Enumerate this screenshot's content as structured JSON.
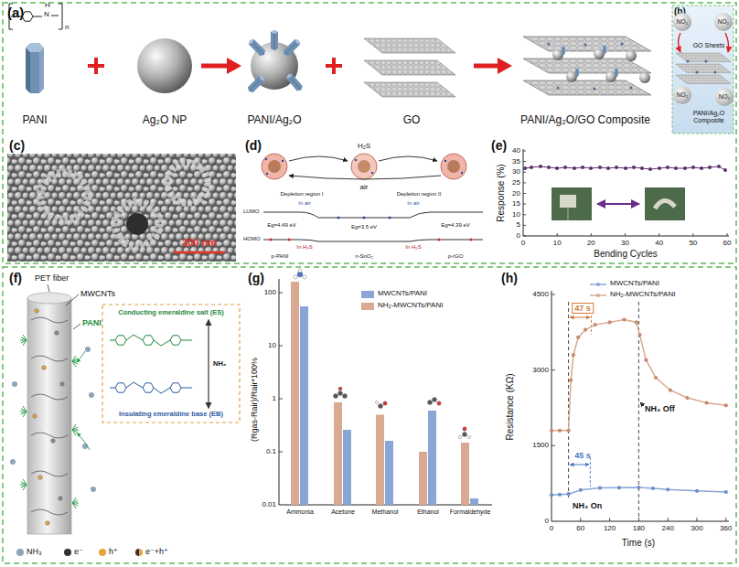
{
  "diagram": {
    "nodes": [
      {
        "text": [
          "NO₂"
        ]
      },
      {
        "text": [
          "NO₂"
        ]
      },
      {
        "text": [
          "NO₂"
        ]
      },
      {
        "text": [
          "NO₂"
        ]
      },
      {
        "text": [
          "Conducting emeraldine salt (ES)"
        ]
      },
      {
        "text": [
          "Insulating emeraldine base (EB)"
        ]
      }
    ],
    "edges": [
      {
        "from": 4,
        "to": 5,
        "arrow": "both",
        "label": "NH₃"
      }
    ],
    "labels": [
      "(a)",
      "H",
      "N",
      "n",
      "PANI",
      "Ag₂O NP",
      "PANI/Ag₂O",
      "GO",
      "PANI/Ag₂O/GO Composite",
      "(b)",
      "GO Sheets",
      "PANI/Ag₂O Composite",
      "(c)",
      "200 nm",
      "(d)",
      "H₂S",
      "air",
      "Depletion region I",
      "Depletion region II",
      "In air",
      "In air",
      "LUMO",
      "HOMO",
      "Eg=4.49 eV",
      "Eg=3.5 eV",
      "Eg=4.39 eV",
      "In H₂S",
      "In H₂S",
      "p-PANI",
      "n-SnO₂",
      "p-rGO",
      "(e)",
      "Response (%)",
      "0",
      "5",
      "10",
      "15",
      "20",
      "25",
      "30",
      "35",
      "40",
      "0",
      "10",
      "20",
      "30",
      "40",
      "50",
      "60",
      "Bending Cycles",
      "(f)",
      "PET fiber",
      "MWCNTs",
      "PANI",
      "(g)",
      "(Rgas-Rair)/Rair*100%",
      "100",
      "10",
      "1",
      "0.1",
      "0.01",
      "Ammonia",
      "Acetone",
      "Methanol",
      "Ethanol",
      "Formaldehyde",
      "(h)",
      "Resistance (KΩ)",
      "0",
      "1500",
      "3000",
      "4500",
      "0",
      "60",
      "120",
      "180",
      "240",
      "300",
      "360",
      "Time (s)",
      "47 s",
      "45 s",
      "NH₃ Off",
      "NH₃ On"
    ],
    "legend": [
      {
        "text": "MWCNTs/PANI",
        "color": "#8aa6d6"
      },
      {
        "text": "NH₂-MWCNTs/PANI",
        "color": "#d9a992"
      },
      {
        "text": "MWCNTs/PANI"
      },
      {
        "text": "NH₂-MWCNTs/PANI"
      },
      {
        "text": "NH₃"
      },
      {
        "text": "e⁻"
      },
      {
        "text": "h⁺"
      },
      {
        "text": "e⁻+h⁺"
      }
    ]
  }
}
